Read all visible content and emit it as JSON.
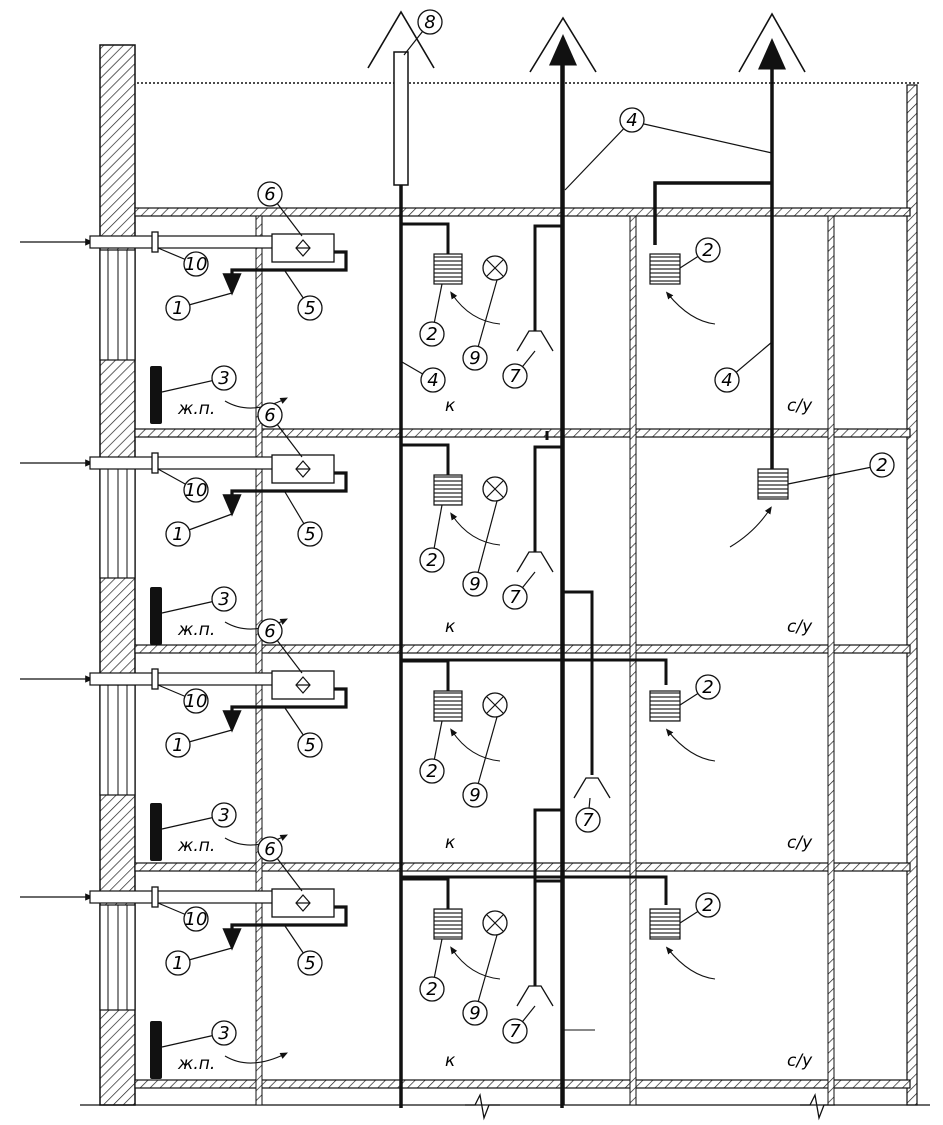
{
  "callouts": {
    "c1": "1",
    "c2": "2",
    "c3": "3",
    "c4": "4",
    "c5": "5",
    "c6": "6",
    "c7": "7",
    "c8": "8",
    "c9": "9",
    "c10": "10"
  },
  "rooms": {
    "living": "ж.п.",
    "kitchen": "к",
    "bathroom": "с/у"
  },
  "colors": {
    "line": "#111111",
    "hatch": "#222222",
    "background": "#ffffff"
  }
}
